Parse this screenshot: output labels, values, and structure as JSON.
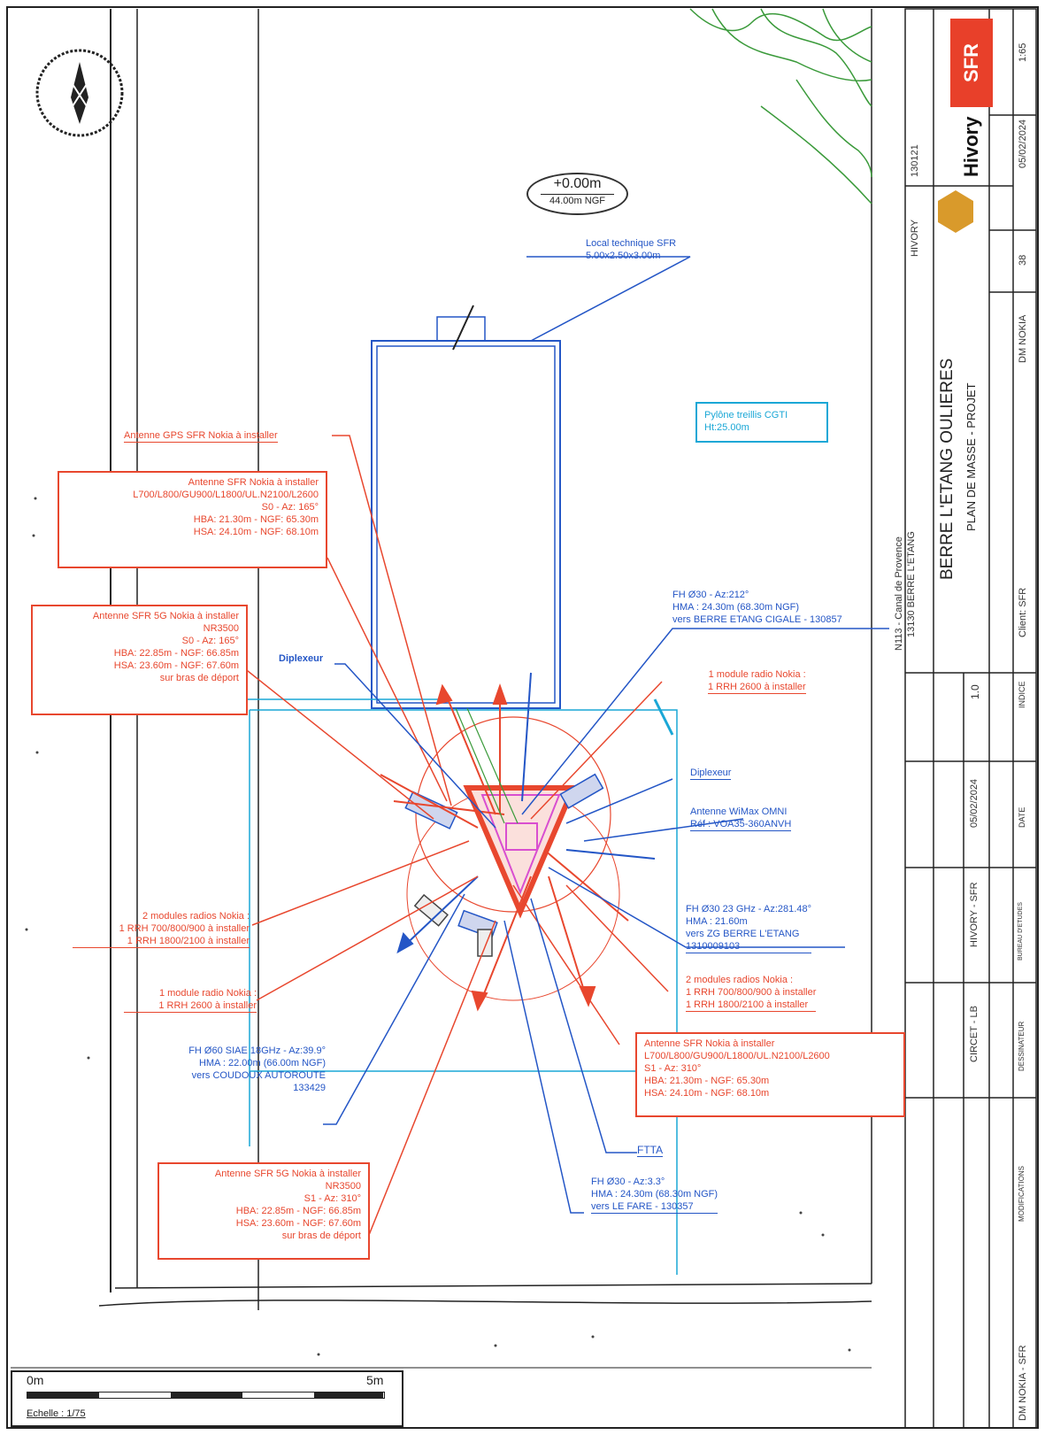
{
  "level_marker": {
    "top": "+0.00m",
    "bottom": "44.00m NGF"
  },
  "labels": {
    "local_technique": [
      "Local technique SFR",
      "5.00x2.50x3.00m"
    ],
    "pylone": [
      "Pylône treillis CGTI",
      "Ht:25.00m"
    ],
    "antenne_gps": "Antenne GPS SFR Nokia à installer",
    "antenne_s0": [
      "Antenne SFR Nokia à installer",
      "L700/L800/GU900/L1800/UL.N2100/L2600",
      "S0 - Az: 165°",
      "HBA:  21.30m - NGF: 65.30m",
      "HSA:  24.10m - NGF: 68.10m"
    ],
    "antenne_5g_s0": [
      "Antenne SFR 5G Nokia à installer",
      "NR3500",
      "S0 - Az: 165°",
      "HBA: 22.85m - NGF: 66.85m",
      "HSA: 23.60m - NGF: 67.60m",
      "sur bras de déport"
    ],
    "diplexeur_left": "Diplexeur",
    "fh_212": [
      "FH Ø30 - Az:212°",
      "HMA : 24.30m (68.30m NGF)",
      "vers BERRE ETANG CIGALE - 130857"
    ],
    "module_2600_right": [
      "1 module radio Nokia :",
      "1 RRH 2600 à installer"
    ],
    "diplexeur_right": "Diplexeur",
    "wimax": [
      "Antenne WiMax OMNI",
      "Réf : VOA35-360ANVH"
    ],
    "fh_23ghz": [
      "FH Ø30 23 GHz - Az:281.48°",
      "HMA : 21.60m",
      "vers ZG BERRE L'ETANG",
      "1310009103"
    ],
    "modules_right": [
      "2 modules radios Nokia :",
      "1 RRH 700/800/900 à installer",
      "1 RRH 1800/2100 à installer"
    ],
    "modules_left": [
      "2 modules radios Nokia :",
      "1 RRH 700/800/900 à installer",
      "1 RRH 1800/2100 à installer"
    ],
    "module_2600_left": [
      "1 module radio Nokia :",
      "1 RRH 2600 à installer"
    ],
    "fh_60": [
      "FH Ø60 SIAE 18GHz - Az:39.9°",
      "HMA : 22.00m (66.00m NGF)",
      "vers COUDOUX AUTOROUTE",
      "133429"
    ],
    "antenne_s1": [
      "Antenne SFR Nokia à installer",
      "L700/L800/GU900/L1800/UL.N2100/L2600",
      "S1 - Az: 310°",
      "HBA: 21.30m - NGF: 65.30m",
      "HSA: 24.10m - NGF: 68.10m"
    ],
    "ftta": "FTTA",
    "antenne_5g_s1": [
      "Antenne SFR 5G Nokia à installer",
      "NR3500",
      "S1 - Az: 310°",
      "HBA: 22.85m - NGF: 66.85m",
      "HSA: 23.60m - NGF: 67.60m",
      "sur bras de déport"
    ],
    "fh_33": [
      "FH Ø30 - Az:3.3°",
      "HMA : 24.30m (68.30m NGF)",
      "vers LE FARE - 130357"
    ]
  },
  "scale": {
    "start": "0m",
    "end": "5m",
    "echelle": "Echelle : 1/75"
  },
  "cartouche": {
    "sfr_logo": "SFR",
    "scale_ratio": "1:65",
    "date_top": "05/02/2024",
    "hivory_logo": "Hivory",
    "hivory_tag": "HIVORY",
    "site_code": "130121",
    "page_num": "38",
    "dm": "DM NOKIA",
    "site_title": "BERRE L'ETANG OULIERES",
    "plan_title": "PLAN DE MASSE - PROJET",
    "address1": "N113 - Canal de Provence",
    "address2": "13130 BERRE L'ETANG",
    "client": "Client: SFR",
    "indice_val": "1.0",
    "indice_lbl": "INDICE",
    "date_val": "05/02/2024",
    "date_lbl": "DATE",
    "bureau_val": "HIVORY - SFR",
    "bureau_lbl": "BUREAU D'ETUDES",
    "dess_val": "CIRCET - LB",
    "dess_lbl": "DESSINATEUR",
    "modif_lbl": "MODIFICATIONS",
    "modif_val": "DM NOKIA - SFR"
  },
  "colors": {
    "red": "#e8472e",
    "blue": "#2456c6",
    "cyan": "#1aa7d6",
    "green": "#3a9a3a",
    "orange": "#d99a2b"
  }
}
